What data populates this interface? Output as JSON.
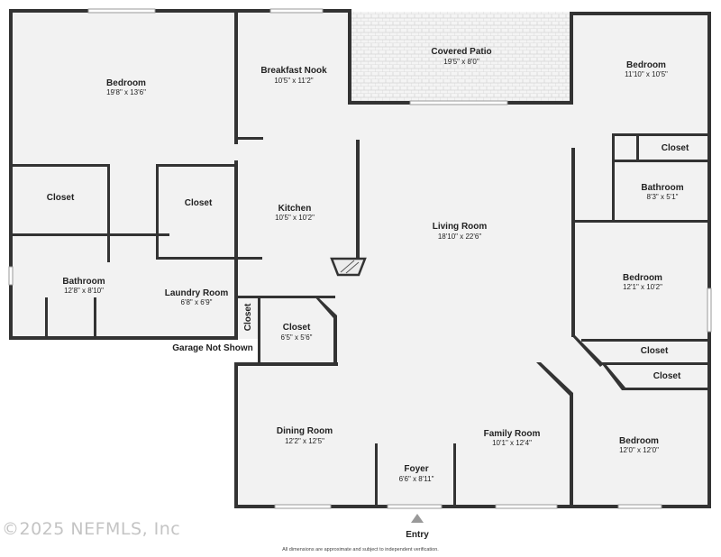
{
  "rooms": {
    "bedroom_nw": {
      "name": "Bedroom",
      "dims": "19'8\" x 13'6\""
    },
    "breakfast_nook": {
      "name": "Breakfast Nook",
      "dims": "10'5\" x 11'2\""
    },
    "covered_patio": {
      "name": "Covered Patio",
      "dims": "19'5\" x 8'0\""
    },
    "bedroom_ne": {
      "name": "Bedroom",
      "dims": "11'10\" x 10'5\""
    },
    "closet_ne": {
      "name": "Closet"
    },
    "bathroom_e": {
      "name": "Bathroom",
      "dims": "8'3\" x 5'1\""
    },
    "closet_w1": {
      "name": "Closet"
    },
    "closet_w2": {
      "name": "Closet"
    },
    "kitchen": {
      "name": "Kitchen",
      "dims": "10'5\" x 10'2\""
    },
    "living_room": {
      "name": "Living Room",
      "dims": "18'10\" x 22'6\""
    },
    "bathroom_w": {
      "name": "Bathroom",
      "dims": "12'8\" x 8'10\""
    },
    "laundry_room": {
      "name": "Laundry Room",
      "dims": "6'8\" x 6'9\""
    },
    "closet_small": {
      "name": "Closet"
    },
    "closet_mid": {
      "name": "Closet",
      "dims": "6'5\" x 5'6\""
    },
    "bedroom_e": {
      "name": "Bedroom",
      "dims": "12'1\" x 10'2\""
    },
    "closet_e1": {
      "name": "Closet"
    },
    "closet_e2": {
      "name": "Closet"
    },
    "dining_room": {
      "name": "Dining Room",
      "dims": "12'2\" x 12'5\""
    },
    "family_room": {
      "name": "Family Room",
      "dims": "10'1\" x 12'4\""
    },
    "bedroom_se": {
      "name": "Bedroom",
      "dims": "12'0\" x 12'0\""
    },
    "foyer": {
      "name": "Foyer",
      "dims": "6'6\" x 8'11\""
    }
  },
  "labels": {
    "garage": "Garage Not Shown",
    "entry": "Entry"
  },
  "watermark": "©2025 NEFMLS, Inc",
  "disclaimer": "All dimensions are approximate and subject to independent verification.",
  "colors": {
    "wall": "#333333",
    "floor": "#f2f2f2",
    "patio_tile": "#dcdcdc",
    "entry_arrow": "#999999"
  }
}
